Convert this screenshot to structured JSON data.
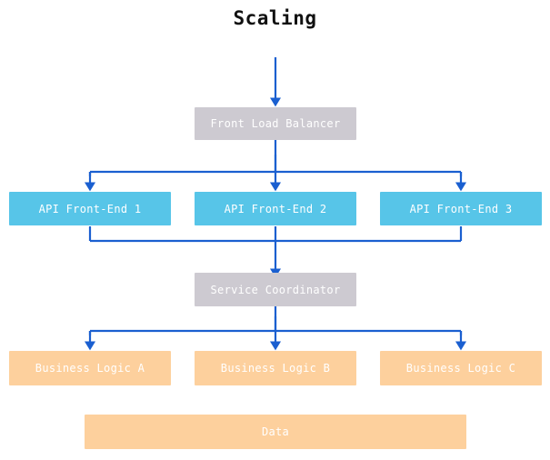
{
  "title": "Scaling",
  "colors": {
    "background": "#ffffff",
    "title_text": "#111111",
    "node_gray": "#cdcad1",
    "node_cyan": "#57c5e8",
    "node_orange": "#fdd09d",
    "node_label": "#ffffff",
    "connector": "#1a5fd0"
  },
  "nodes": {
    "front_load_balancer": {
      "label": "Front Load Balancer",
      "tier": "edge",
      "color": "#cdcad1"
    },
    "api_front_end_1": {
      "label": "API Front-End 1",
      "tier": "api",
      "color": "#57c5e8"
    },
    "api_front_end_2": {
      "label": "API Front-End 2",
      "tier": "api",
      "color": "#57c5e8"
    },
    "api_front_end_3": {
      "label": "API Front-End 3",
      "tier": "api",
      "color": "#57c5e8"
    },
    "service_coordinator": {
      "label": "Service Coordinator",
      "tier": "coordination",
      "color": "#cdcad1"
    },
    "business_logic_a": {
      "label": "Business Logic A",
      "tier": "logic",
      "color": "#fdd09d"
    },
    "business_logic_b": {
      "label": "Business Logic B",
      "tier": "logic",
      "color": "#fdd09d"
    },
    "business_logic_c": {
      "label": "Business Logic C",
      "tier": "logic",
      "color": "#fdd09d"
    },
    "data": {
      "label": "Data",
      "tier": "storage",
      "color": "#fdd09d"
    }
  },
  "edges": [
    {
      "from": "external-ingress",
      "to": "front_load_balancer",
      "style": "arrow-down"
    },
    {
      "from": "front_load_balancer",
      "to": "api_front_end_1",
      "style": "elbow-split-left"
    },
    {
      "from": "front_load_balancer",
      "to": "api_front_end_2",
      "style": "arrow-down"
    },
    {
      "from": "front_load_balancer",
      "to": "api_front_end_3",
      "style": "elbow-split-right"
    },
    {
      "from": "api_front_end_1",
      "to": "service_coordinator",
      "style": "elbow-merge-left"
    },
    {
      "from": "api_front_end_2",
      "to": "service_coordinator",
      "style": "arrow-down"
    },
    {
      "from": "api_front_end_3",
      "to": "service_coordinator",
      "style": "elbow-merge-right"
    },
    {
      "from": "service_coordinator",
      "to": "business_logic_a",
      "style": "elbow-split-left"
    },
    {
      "from": "service_coordinator",
      "to": "business_logic_b",
      "style": "arrow-down"
    },
    {
      "from": "service_coordinator",
      "to": "business_logic_c",
      "style": "elbow-split-right"
    }
  ]
}
